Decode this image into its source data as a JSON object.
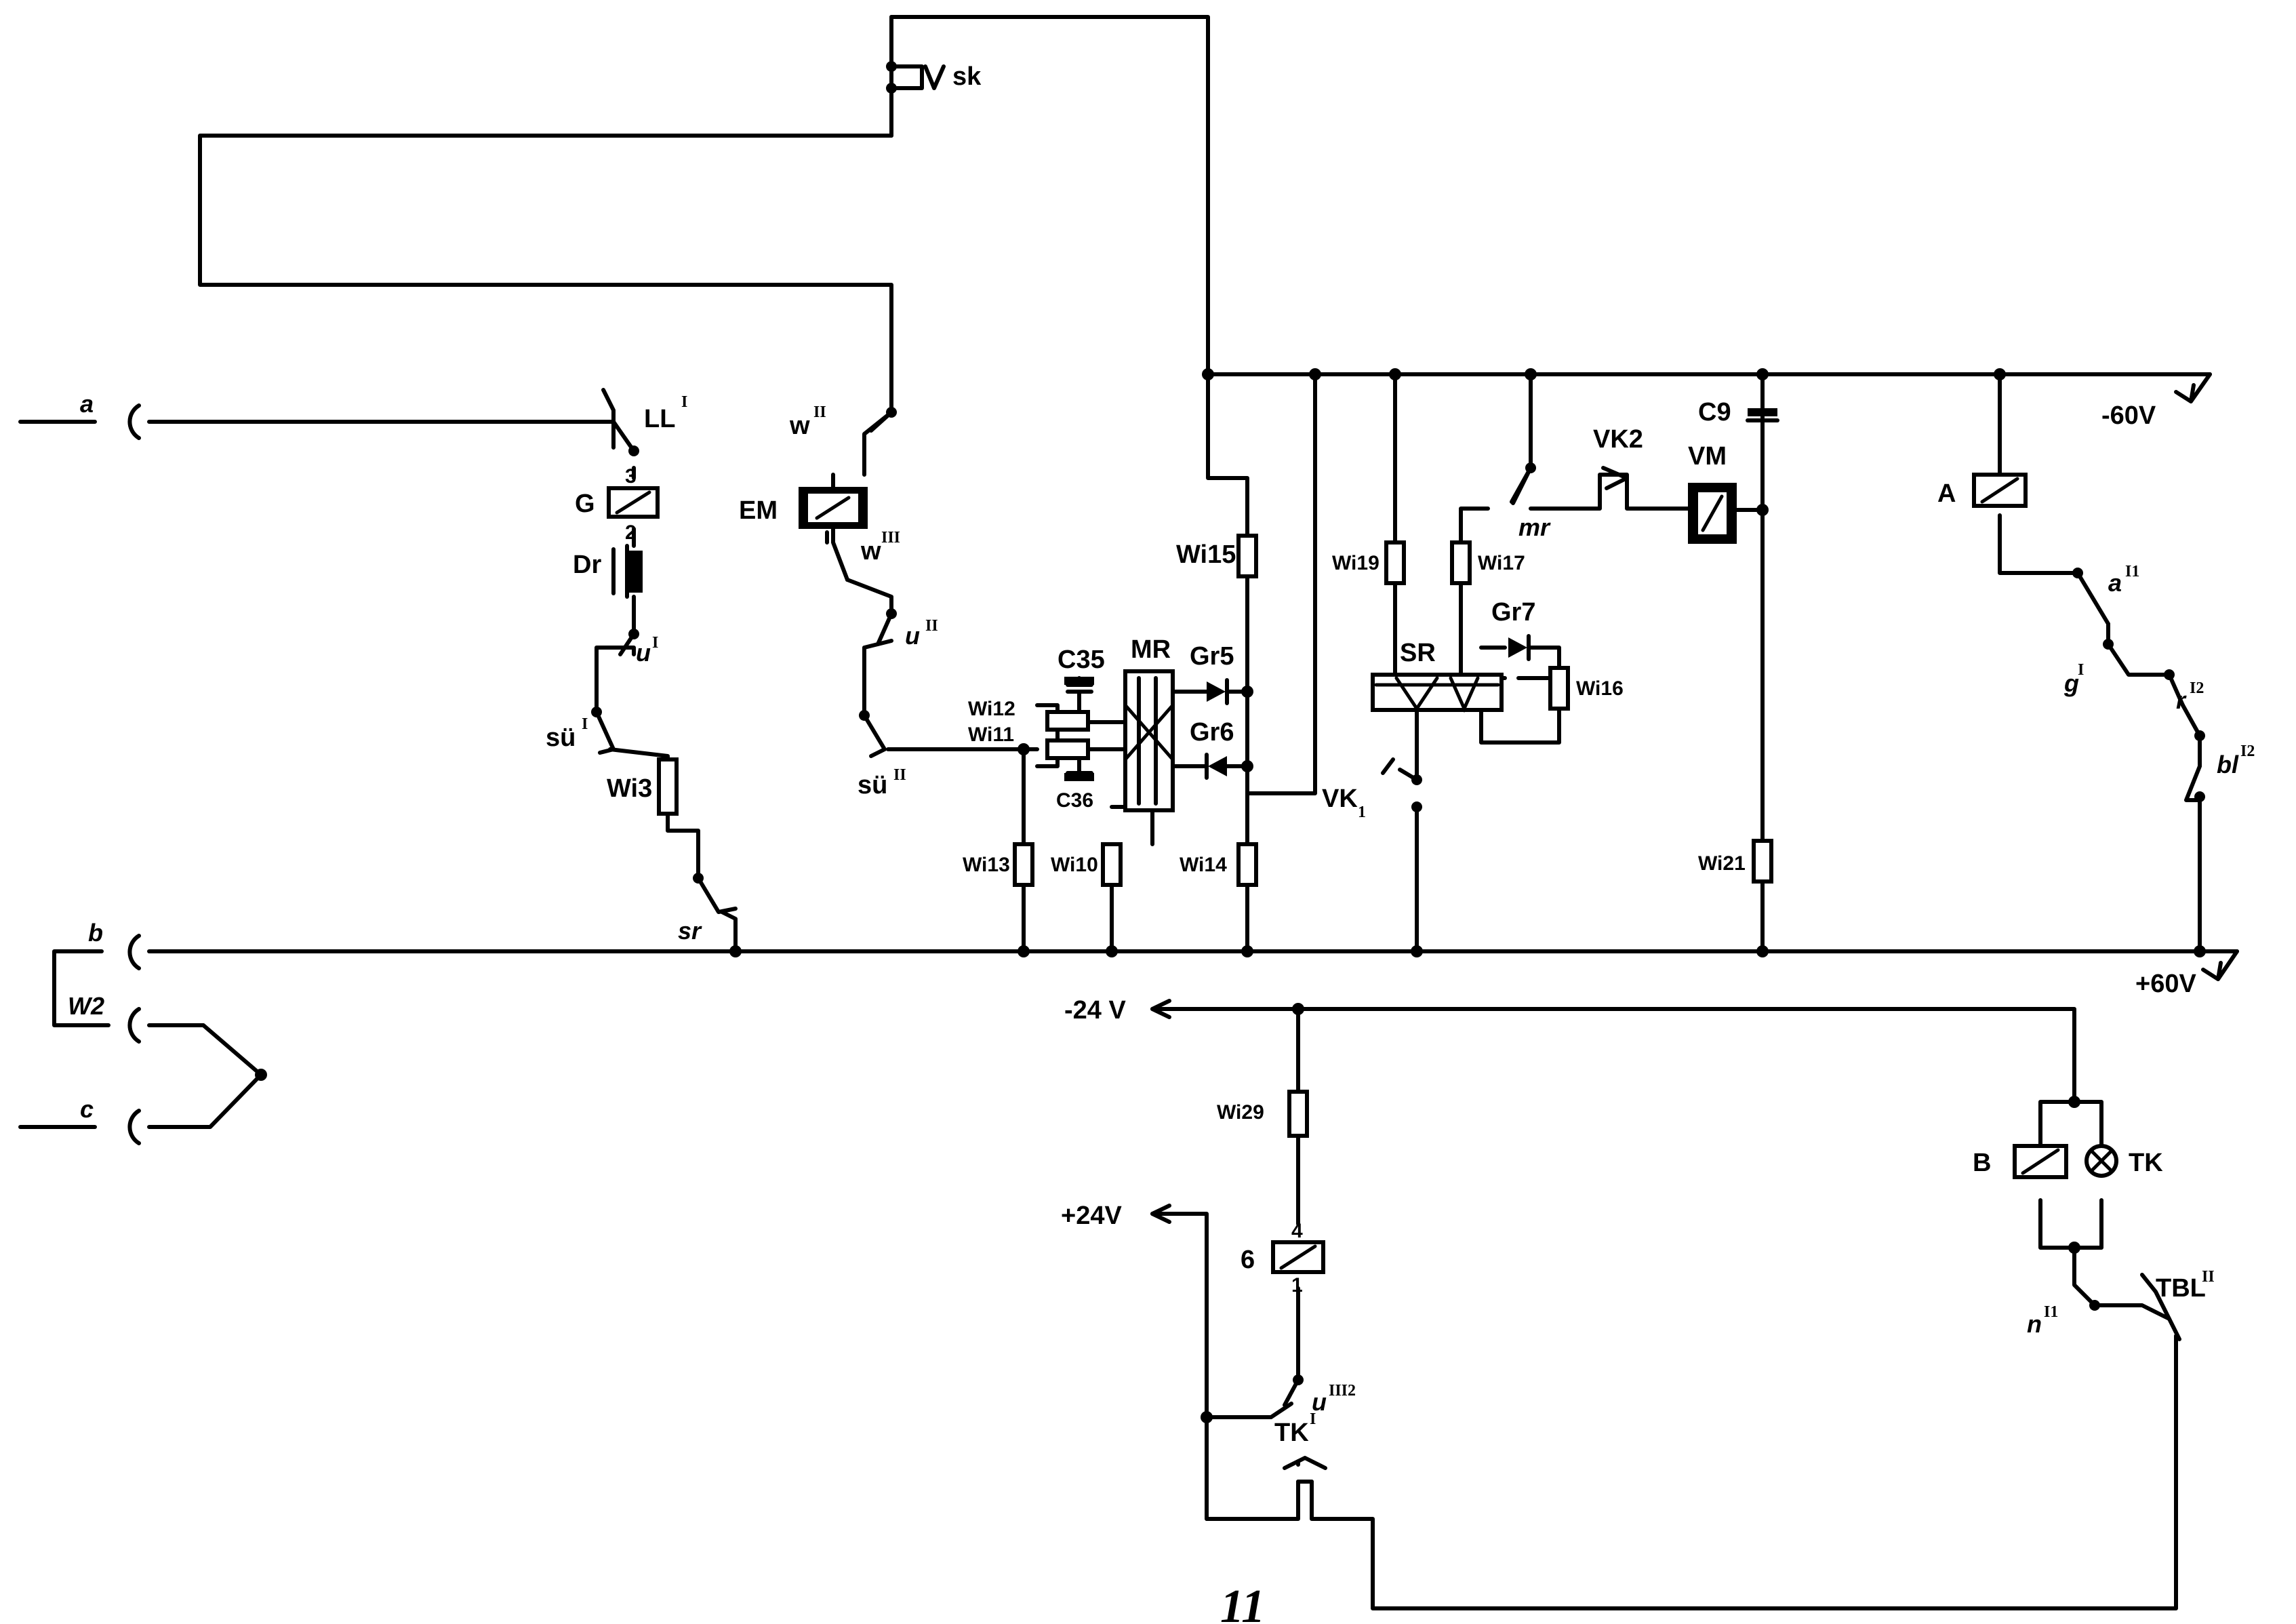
{
  "terminals": {
    "a": "a",
    "b": "b",
    "w2": "W2",
    "c": "c"
  },
  "supply": {
    "neg60": "-60V",
    "pos60": "+60V",
    "neg24": "-24 V",
    "pos24": "+24V"
  },
  "contacts": {
    "ll": "LL",
    "ll_sup": "I",
    "u1": "u",
    "u1_sup": "I",
    "su1": "sü",
    "su1_sup": "I",
    "sr": "sr",
    "w2": "w",
    "w2_sup": "II",
    "w3": "w",
    "w3_sup": "III",
    "u2": "u",
    "u2_sup": "II",
    "su2": "sü",
    "su2_sup": "II",
    "sk": "sk",
    "mr": "mr",
    "vk2": "VK2",
    "vk1": "VK",
    "vk1_sub": "1",
    "a1": "a",
    "a1_sup": "I1",
    "g1": "g",
    "g1_sup": "I",
    "r12": "r",
    "r12_sup": "I2",
    "bl12": "bl",
    "bl12_sup": "I2",
    "u32": "u",
    "u32_sup": "III2",
    "tk1": "TK",
    "tk1_sup": "I",
    "n11": "n",
    "n11_sup": "I1",
    "tbl": "TBL",
    "tbl_sup": "II"
  },
  "components": {
    "g": "G",
    "g_pin3": "3",
    "g_pin2": "2",
    "dr": "Dr",
    "em": "EM",
    "wi3": "Wi3",
    "wi10": "Wi10",
    "wi11": "Wi11",
    "wi12": "Wi12",
    "wi13": "Wi13",
    "wi14": "Wi14",
    "wi15": "Wi15",
    "wi16": "Wi16",
    "wi17": "Wi17",
    "wi19": "Wi19",
    "wi21": "Wi21",
    "wi29": "Wi29",
    "c35": "C35",
    "c36": "C36",
    "c9": "C9",
    "mr_block": "MR",
    "gr5": "Gr5",
    "gr6": "Gr6",
    "gr7": "Gr7",
    "sr_block": "SR",
    "vm": "VM",
    "a_relay": "A",
    "b_relay": "B",
    "tk_lamp": "TK",
    "relay_6": "6",
    "relay6_pin4": "4",
    "relay6_pin1": "1"
  },
  "page_number": "11"
}
